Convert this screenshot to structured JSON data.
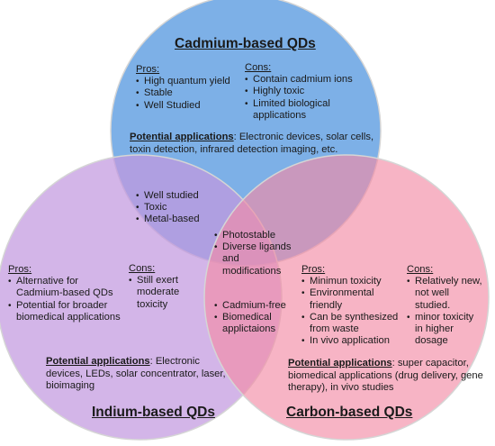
{
  "colors": {
    "cadmium_fill": "#76ace6",
    "indium_fill": "#c299df",
    "carbon_fill": "#f38ca6",
    "outline": "#d5d5d5"
  },
  "cadmium": {
    "title": "Cadmium-based QDs",
    "pros_label": "Pros:",
    "pros": [
      "High quantum yield",
      "Stable",
      "Well Studied"
    ],
    "cons_label": "Cons:",
    "cons": [
      "Contain cadmium ions",
      "Highly toxic",
      "Limited biological applications"
    ],
    "applications_label": "Potential applications",
    "applications_text": ": Electronic devices, solar cells, toxin detection, infrared detection imaging, etc."
  },
  "indium": {
    "title": "Indium-based QDs",
    "pros_label": "Pros:",
    "pros": [
      "Alternative for Cadmium-based QDs",
      "Potential for broader biomedical applications"
    ],
    "cons_label": "Cons:",
    "cons": [
      "Still exert moderate toxicity"
    ],
    "applications_label": "Potential applications",
    "applications_text": ": Electronic devices, LEDs, solar concentrator, laser, bioimaging"
  },
  "carbon": {
    "title": "Carbon-based QDs",
    "pros_label": "Pros:",
    "pros": [
      "Minimun toxicity",
      "Environmental friendly",
      "Can be synthesized from waste",
      "In vivo application"
    ],
    "cons_label": "Cons:",
    "cons": [
      "Relatively new, not well studied.",
      "minor toxicity in higher dosage"
    ],
    "applications_label": "Potential applications",
    "applications_text": ": super capacitor, biomedical applications (drug delivery, gene therapy), in vivo studies"
  },
  "overlap_cadmium_indium": [
    "Well studied",
    "Toxic",
    "Metal-based"
  ],
  "overlap_all": [
    "Photostable",
    "Diverse ligands and modifications"
  ],
  "overlap_indium_carbon": [
    "Cadmium-free",
    "Biomedical applictaions"
  ]
}
